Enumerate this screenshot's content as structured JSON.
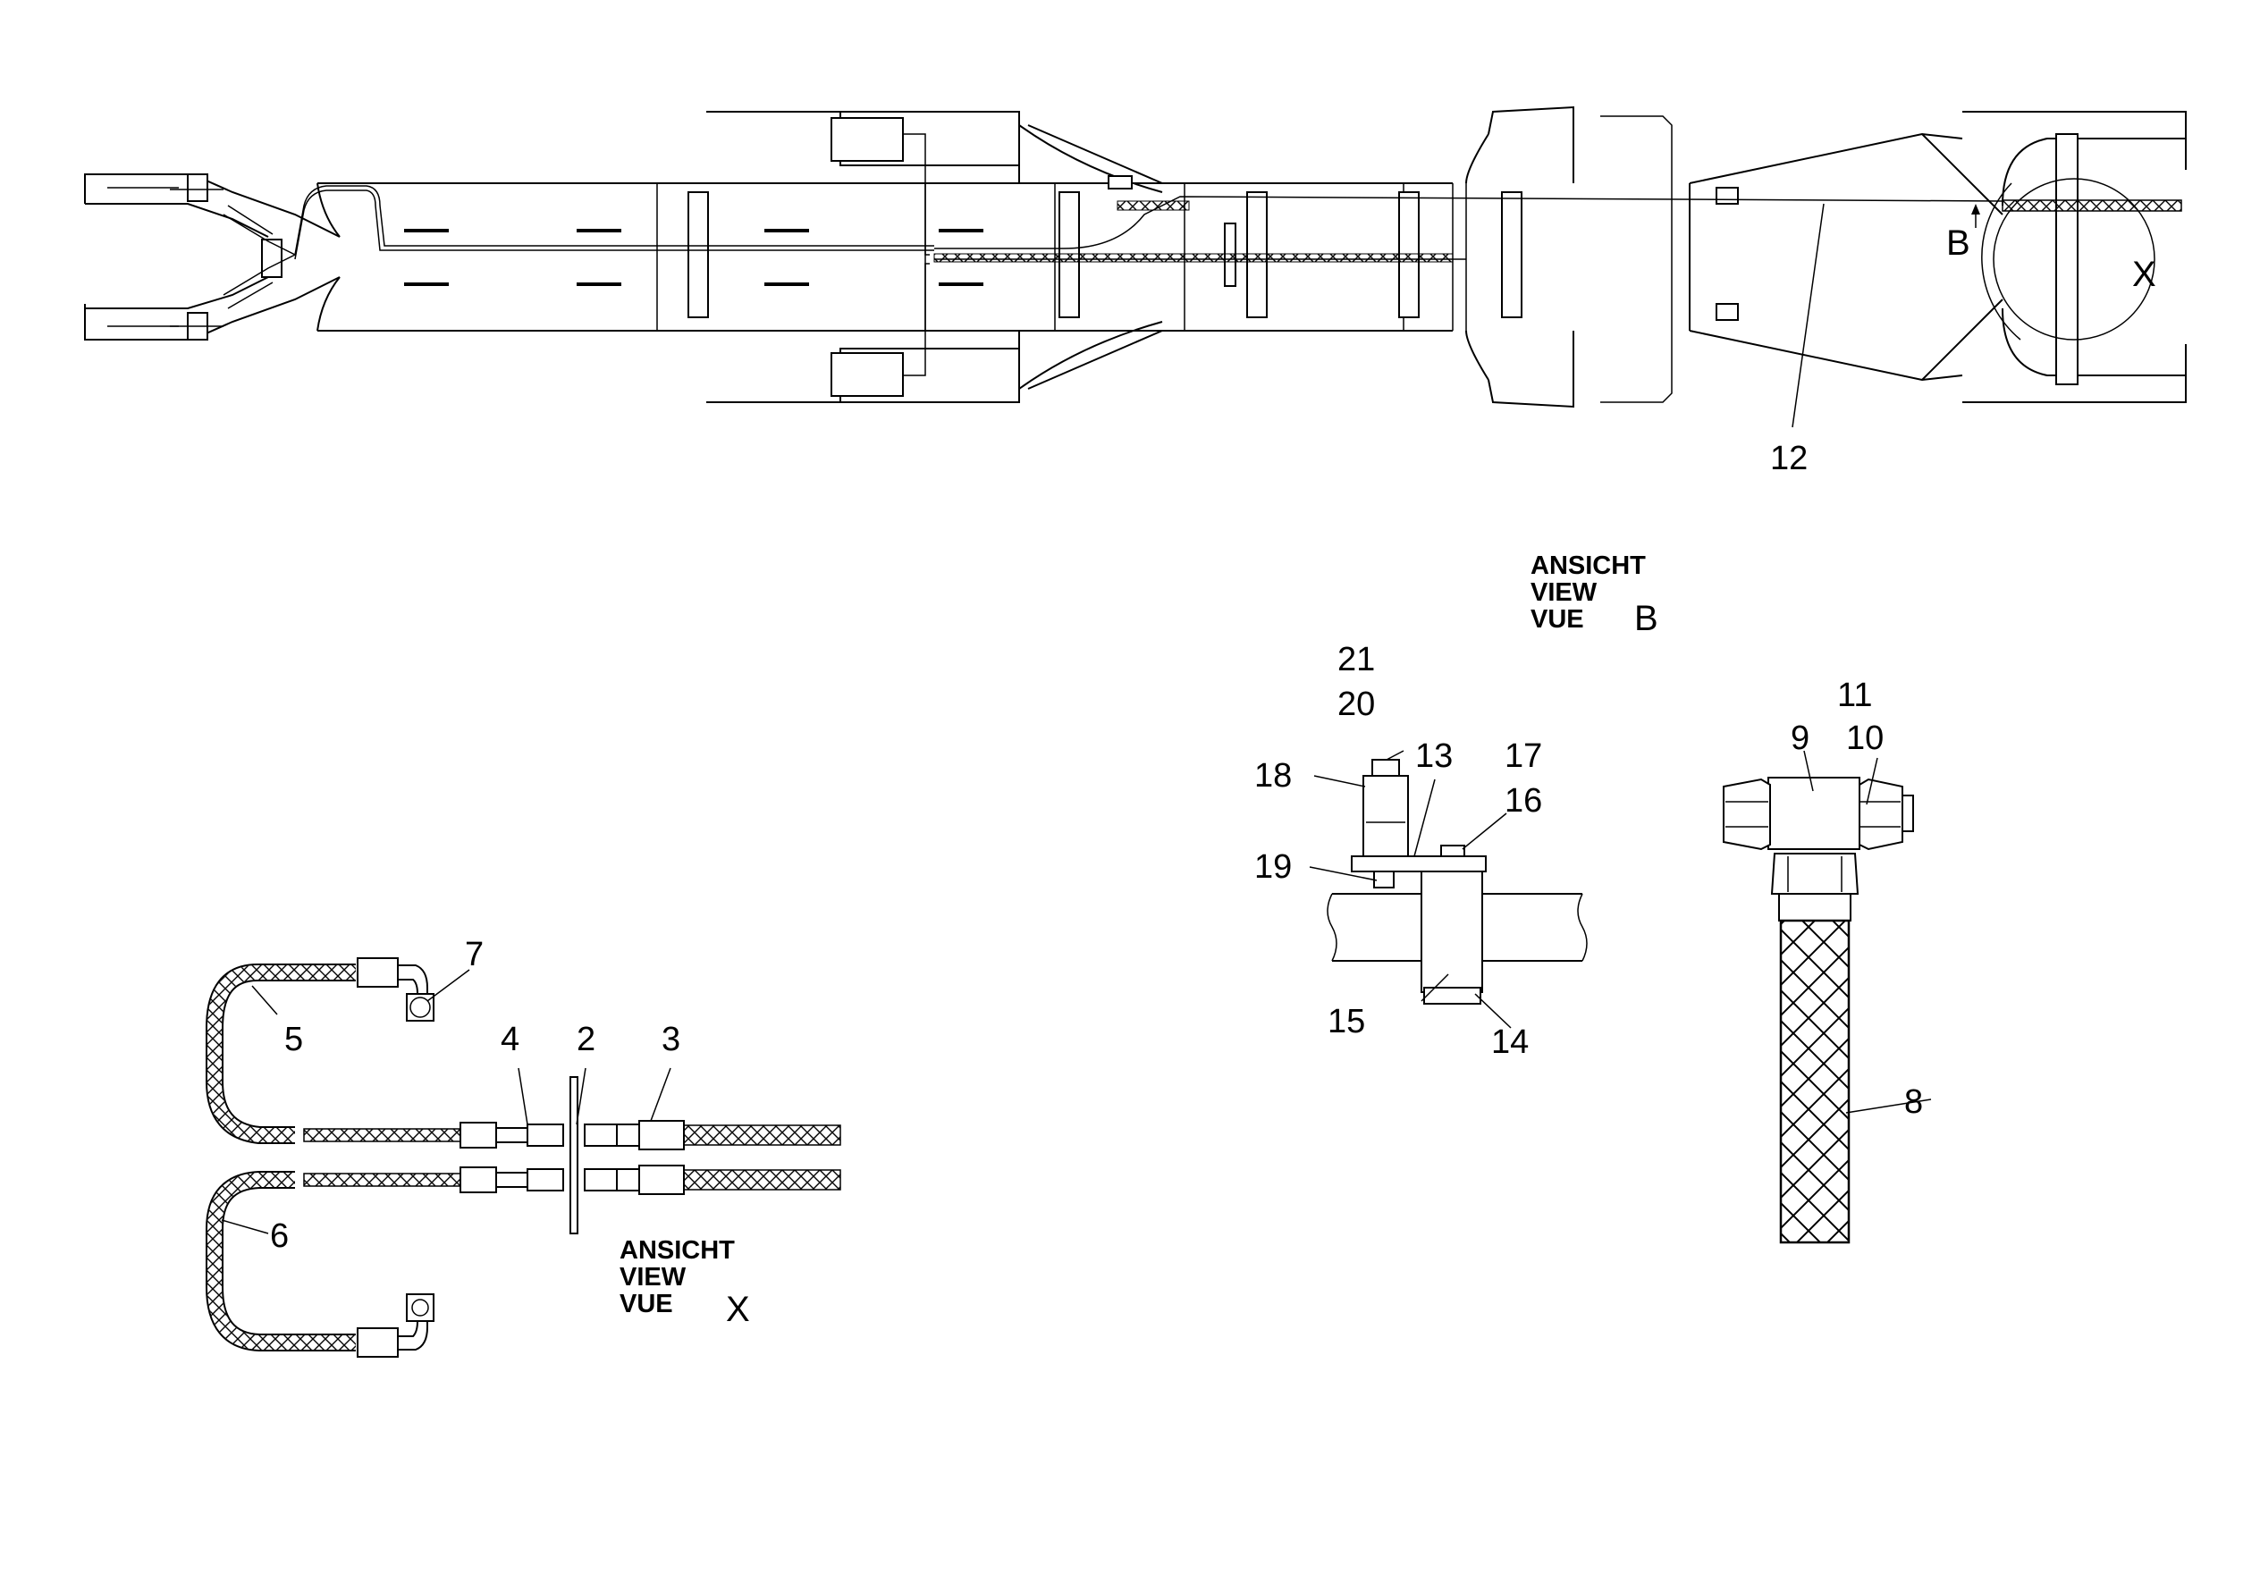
{
  "callouts": {
    "n2": "2",
    "n3": "3",
    "n4": "4",
    "n5": "5",
    "n6": "6",
    "n7": "7",
    "n8": "8",
    "n9": "9",
    "n10": "10",
    "n11": "11",
    "n12": "12",
    "n13": "13",
    "n14": "14",
    "n15": "15",
    "n16": "16",
    "n17": "17",
    "n18": "18",
    "n19": "19",
    "n20": "20",
    "n21": "21"
  },
  "main_view": {
    "marker_b": "B",
    "marker_x": "X"
  },
  "view_b": {
    "line1": "ANSICHT",
    "line2": "VIEW",
    "line3": "VUE",
    "letter": "B"
  },
  "view_x": {
    "line1": "ANSICHT",
    "line2": "VIEW",
    "line3": "VUE",
    "letter": "X"
  }
}
